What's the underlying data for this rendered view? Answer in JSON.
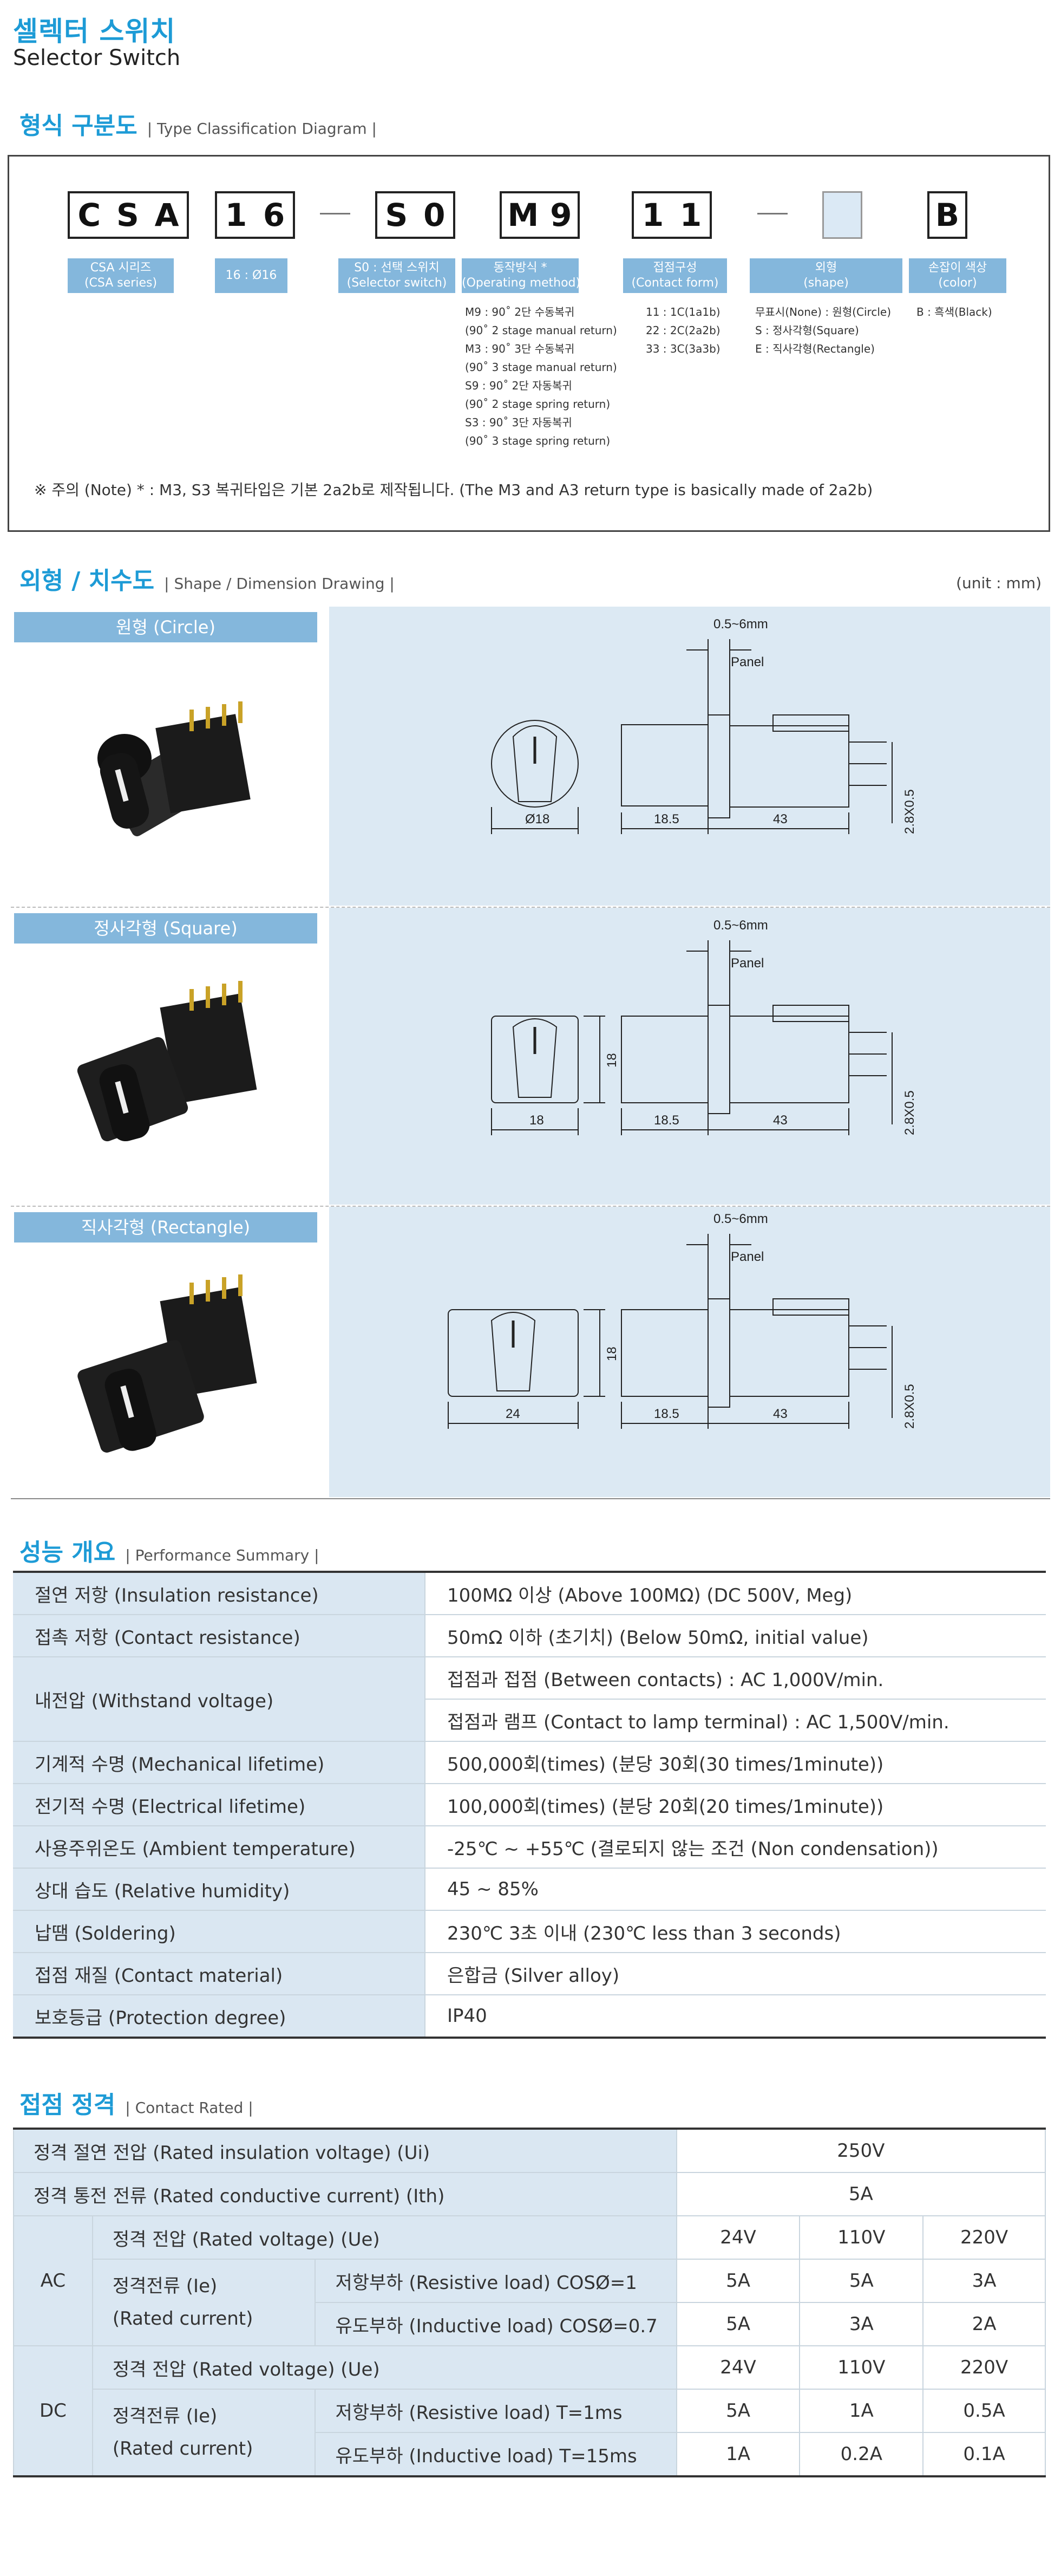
{
  "title": {
    "ko": "셀렉터 스위치",
    "en": "Selector  Switch"
  },
  "classification": {
    "heading_ko": "형식 구분도",
    "heading_en": "| Type Classification Diagram |",
    "code_groups": [
      {
        "chars": [
          "C",
          "S",
          "A"
        ],
        "label": "CSA 시리즈\n(CSA series)",
        "desc": ""
      },
      {
        "chars": [
          "1",
          "6"
        ],
        "label": "16 : Ø16",
        "desc": ""
      },
      {
        "chars": [
          "S",
          "0"
        ],
        "label": "S0 : 선택 스위치\n(Selector switch)",
        "desc": ""
      },
      {
        "chars": [
          "M",
          "9"
        ],
        "label": "동작방식 *\n(Operating method)",
        "desc": "M9 : 90˚ 2단 수동복귀\n(90˚ 2 stage manual return)\nM3 : 90˚ 3단 수동복귀\n(90˚ 3 stage manual return)\nS9 : 90˚ 2단 자동복귀\n(90˚ 2 stage spring return)\nS3 : 90˚ 3단 자동복귀\n(90˚ 3 stage spring return)"
      },
      {
        "chars": [
          "1",
          "1"
        ],
        "label": "접점구성\n(Contact form)",
        "desc": "11 : 1C(1a1b)\n22 : 2C(2a2b)\n33 : 3C(3a3b)"
      },
      {
        "chars": [
          ""
        ],
        "label": "외형\n(shape)",
        "desc": "무표시(None) : 원형(Circle)\nS : 정사각형(Square)\nE : 직사각형(Rectangle)"
      },
      {
        "chars": [
          "B"
        ],
        "label": "손잡이 색상\n(color)",
        "desc": "B : 흑색(Black)"
      }
    ],
    "note": "※ 주의 (Note)  * : M3, S3 복귀타입은 기본 2a2b로 제작됩니다. (The M3 and A3 return type is basically made of 2a2b)"
  },
  "shape": {
    "heading_ko": "외형 / 치수도",
    "heading_en": "| Shape / Dimension Drawing |",
    "unit": "(unit : mm)",
    "rows": [
      {
        "label": "원형 (Circle)",
        "front_dim": "Ø18",
        "front_side_dim": "",
        "panel": "0.5~6mm",
        "panel_label": "Panel",
        "dim_a": "18.5",
        "dim_b": "43",
        "dim_c": "2.8X0.5"
      },
      {
        "label": "정사각형 (Square)",
        "front_dim": "18",
        "front_side_dim": "18",
        "panel": "0.5~6mm",
        "panel_label": "Panel",
        "dim_a": "18.5",
        "dim_b": "43",
        "dim_c": "2.8X0.5"
      },
      {
        "label": "직사각형 (Rectangle)",
        "front_dim": "24",
        "front_side_dim": "18",
        "panel": "0.5~6mm",
        "panel_label": "Panel",
        "dim_a": "18.5",
        "dim_b": "43",
        "dim_c": "2.8X0.5"
      }
    ]
  },
  "performance": {
    "heading_ko": "성능 개요",
    "heading_en": "| Performance Summary |",
    "rows": [
      {
        "k": "절연 저항 (Insulation resistance)",
        "v": [
          "100MΩ 이상 (Above 100MΩ) (DC 500V, Meg)"
        ]
      },
      {
        "k": "접촉 저항 (Contact resistance)",
        "v": [
          "50mΩ 이하 (초기치) (Below 50mΩ, initial value)"
        ]
      },
      {
        "k": "내전압 (Withstand voltage)",
        "v": [
          "접점과 접점 (Between contacts) : AC 1,000V/min.",
          "접점과 램프 (Contact to lamp terminal) : AC 1,500V/min."
        ]
      },
      {
        "k": "기계적 수명 (Mechanical lifetime)",
        "v": [
          "500,000회(times) (분당 30회(30 times/1minute))"
        ]
      },
      {
        "k": "전기적 수명 (Electrical lifetime)",
        "v": [
          "100,000회(times) (분당 20회(20 times/1minute))"
        ]
      },
      {
        "k": "사용주위온도 (Ambient temperature)",
        "v": [
          "-25℃ ~ +55℃ (결로되지 않는 조건 (Non condensation))"
        ]
      },
      {
        "k": "상대 습도 (Relative humidity)",
        "v": [
          "45 ~ 85%"
        ]
      },
      {
        "k": "납땜 (Soldering)",
        "v": [
          "230℃ 3초 이내 (230℃ less than 3 seconds)"
        ]
      },
      {
        "k": "접점 재질 (Contact material)",
        "v": [
          "은합금 (Silver alloy)"
        ]
      },
      {
        "k": "보호등급 (Protection degree)",
        "v": [
          "IP40"
        ]
      }
    ]
  },
  "rated": {
    "heading_ko": "접점 정격",
    "heading_en": "| Contact Rated |",
    "ui_label": "정격 절연 전압 (Rated insulation voltage) (Ui)",
    "ui_value": "250V",
    "ith_label": "정격 통전 전류 (Rated conductive current) (Ith)",
    "ith_value": "5A",
    "ac": {
      "label": "AC",
      "ue_label": "정격 전압 (Rated voltage) (Ue)",
      "ue": [
        "24V",
        "110V",
        "220V"
      ],
      "ie_label_1": "정격전류 (Ie)",
      "ie_label_2": "(Rated current)",
      "r_label": "저항부하 (Resistive load) COSØ=1",
      "r": [
        "5A",
        "5A",
        "3A"
      ],
      "i_label": "유도부하 (Inductive load) COSØ=0.7",
      "i": [
        "5A",
        "3A",
        "2A"
      ]
    },
    "dc": {
      "label": "DC",
      "ue_label": "정격 전압 (Rated voltage) (Ue)",
      "ue": [
        "24V",
        "110V",
        "220V"
      ],
      "ie_label_1": "정격전류 (Ie)",
      "ie_label_2": "(Rated current)",
      "r_label": "저항부하 (Resistive load) T=1ms",
      "r": [
        "5A",
        "1A",
        "0.5A"
      ],
      "i_label": "유도부하 (Inductive load) T=15ms",
      "i": [
        "1A",
        "0.2A",
        "0.1A"
      ]
    }
  }
}
